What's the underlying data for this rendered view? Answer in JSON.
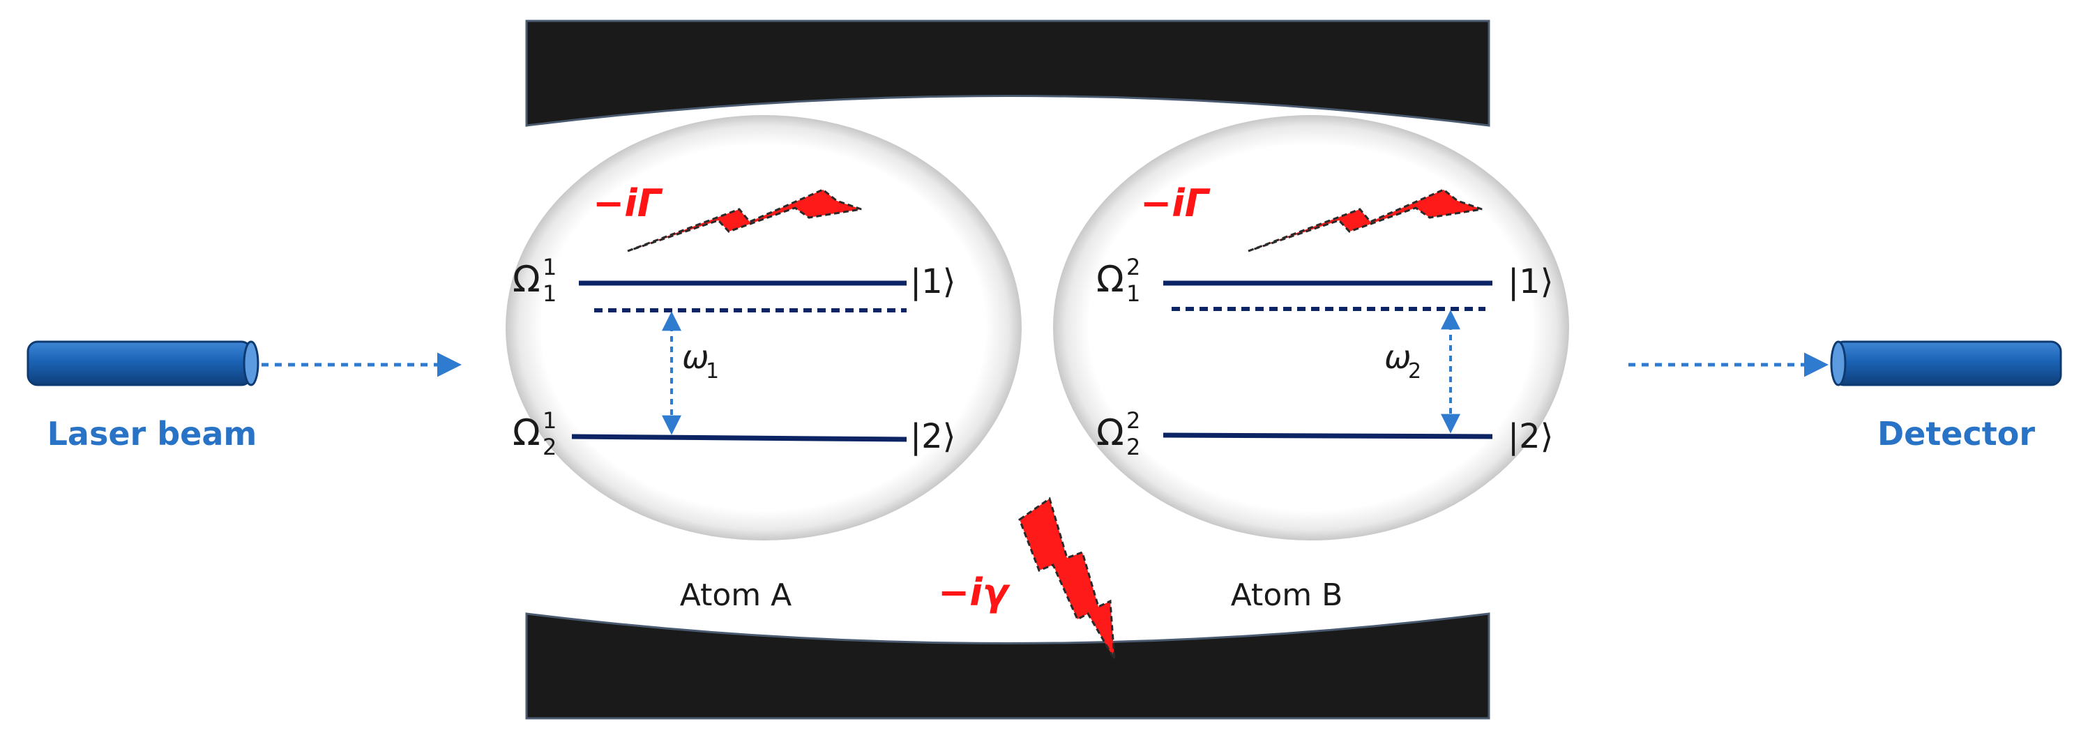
{
  "source_label": "Laser beam",
  "detector_label": "Detector",
  "cavity_decay": "−iγ",
  "colors": {
    "mirror": "#1a1a1a",
    "level_line": "#0d2464",
    "arrow_blue": "#2e7bd0",
    "label_blue": "#2873c6",
    "bolt_red": "#ff1a1a",
    "decay_red": "#ff1515",
    "device_body": "#1b63b5"
  },
  "atoms": [
    {
      "name": "Atom A",
      "decay": "−iΓ",
      "upper_level": {
        "rabi_symbol": "Ω",
        "sub": "1",
        "sup": "1",
        "ket": "|1⟩"
      },
      "lower_level": {
        "rabi_symbol": "Ω",
        "sub": "2",
        "sup": "1",
        "ket": "|2⟩"
      },
      "transition": {
        "symbol": "ω",
        "sub": "1"
      }
    },
    {
      "name": "Atom B",
      "decay": "−iΓ",
      "upper_level": {
        "rabi_symbol": "Ω",
        "sub": "1",
        "sup": "2",
        "ket": "|1⟩"
      },
      "lower_level": {
        "rabi_symbol": "Ω",
        "sub": "2",
        "sup": "2",
        "ket": "|2⟩"
      },
      "transition": {
        "symbol": "ω",
        "sub": "2"
      }
    }
  ]
}
